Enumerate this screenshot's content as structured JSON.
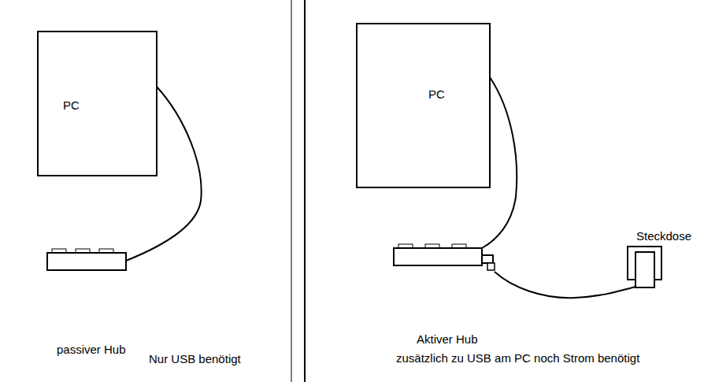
{
  "diagram": {
    "nodes": [
      {
        "text": [
          "PC"
        ]
      },
      {
        "text": [
          "PC"
        ]
      },
      {
        "text": [
          "Steckdose"
        ]
      }
    ],
    "labels": [
      "passiver Hub",
      "Nur USB benötigt",
      "Aktiver Hub",
      "zusätzlich zu USB am PC noch Strom benötigt"
    ]
  }
}
